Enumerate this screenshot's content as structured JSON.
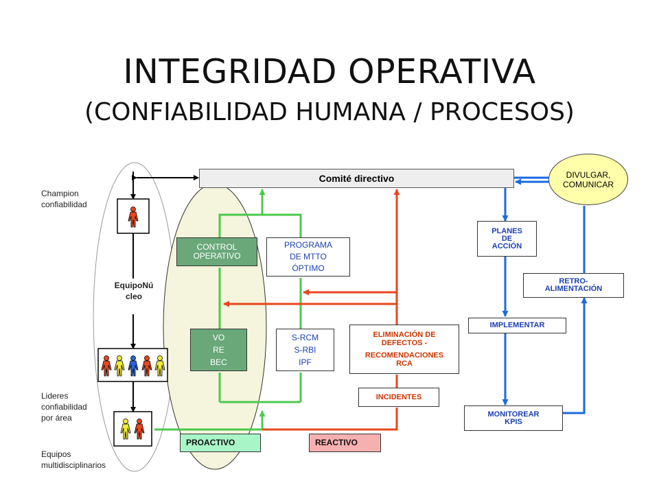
{
  "title": {
    "line1": "INTEGRIDAD OPERATIVA",
    "line2": "(CONFIABILIDAD HUMANA / PROCESOS)"
  },
  "left_labels": {
    "champion": [
      "Champion",
      "confiabilidad"
    ],
    "equipo_nucleo": [
      "EquipoNú",
      "cleo"
    ],
    "lideres": [
      "Lideres",
      "confiabilidad",
      "por área"
    ],
    "equipos": [
      "Equipos",
      "multidisciplinarios"
    ]
  },
  "boxes": {
    "comite": "Comité directivo",
    "divulgar": [
      "DIVULGAR,",
      "COMUNICAR"
    ],
    "control_operativo": [
      "CONTROL",
      "OPERATIVO"
    ],
    "programa": [
      "PROGRAMA",
      "DE MTTO",
      "ÓPTIMO"
    ],
    "vo_re_bec": [
      "VO",
      "RE",
      "BEC"
    ],
    "srcm": [
      "S-RCM",
      "S-RBI",
      "IPF"
    ],
    "eliminacion": [
      "ELIMINACIÓN DE",
      "DEFECTOS -",
      "RECOMENDACIONES",
      "RCA"
    ],
    "incidentes": "INCIDENTES",
    "proactivo": "PROACTIVO",
    "reactivo": "REACTIVO",
    "planes": [
      "PLANES",
      "DE",
      "ACCIÓN"
    ],
    "retro": [
      "RETRO-",
      "ALIMENTACIÓN"
    ],
    "implementar": "IMPLEMENTAR",
    "monitorear": [
      "MONITOREAR",
      "KPIS"
    ]
  },
  "colors": {
    "green": "#4cc94c",
    "red": "#e8461e",
    "blue": "#1a6ae0",
    "black": "#000000",
    "green_box": "#6aa87a",
    "comite_fill": "#eeeeee",
    "divulgar_fill": "#ffffaa",
    "ellipse_fill": "#f5f4dc",
    "proactivo_fill": "#a8f5c8",
    "reactivo_fill": "#f7b0b0",
    "eliminacion_text": "#cc3300",
    "blue_text": "#1a3fae"
  },
  "icons": {
    "champion": "single-person-icon",
    "nucleo": "team-of-five-icon",
    "equipos": "pair-of-people-icon"
  }
}
